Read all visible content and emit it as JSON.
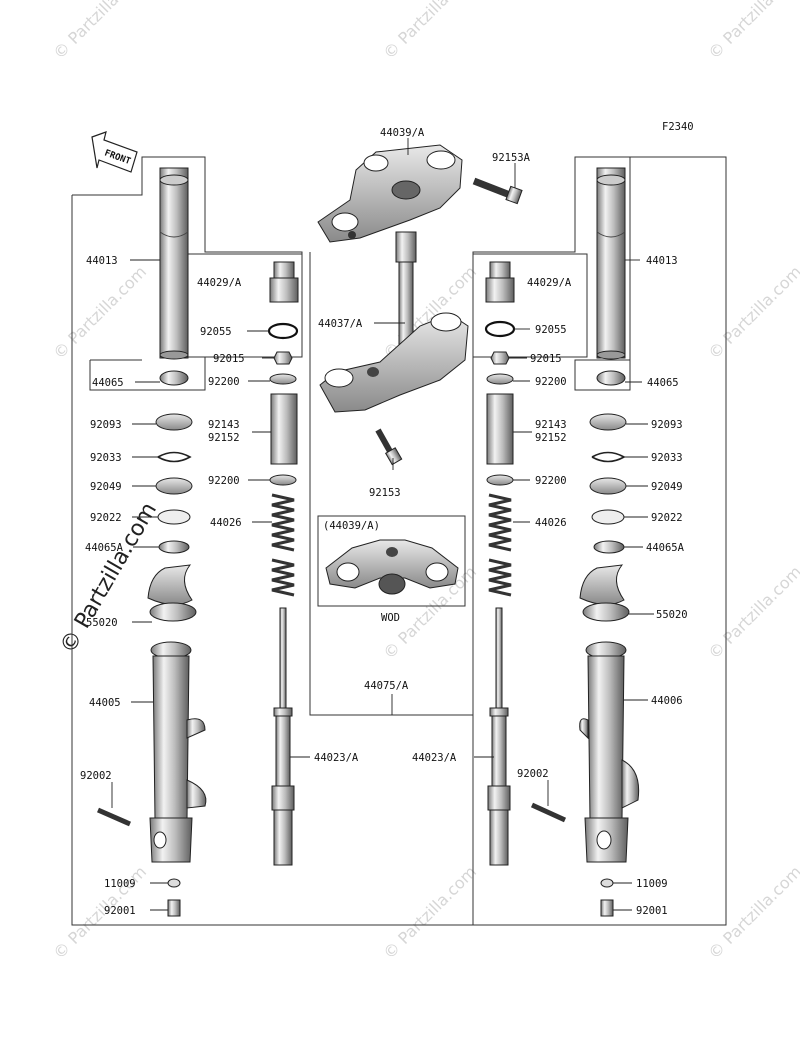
{
  "diagram_code": "F2340",
  "front_label": "FRONT",
  "watermark": "© Partzilla.com",
  "variant_box": {
    "title": "(44039/A)",
    "caption": "WOD"
  },
  "callouts": {
    "p44039A": "44039/A",
    "p92153A": "92153A",
    "p44037A": "44037/A",
    "p92153": "92153",
    "p44075A": "44075/A",
    "L_44013": "44013",
    "L_44029A": "44029/A",
    "L_92055": "92055",
    "L_44065": "44065",
    "L_92015": "92015",
    "L_92200a": "92200",
    "L_92143": "92143",
    "L_92152": "92152",
    "L_92200b": "92200",
    "L_92093": "92093",
    "L_92033": "92033",
    "L_92049": "92049",
    "L_92022": "92022",
    "L_44065A": "44065A",
    "L_55020": "55020",
    "L_44026": "44026",
    "L_44005": "44005",
    "L_92002": "92002",
    "L_11009": "11009",
    "L_92001": "92001",
    "L_44023A": "44023/A",
    "R_44013": "44013",
    "R_44029A": "44029/A",
    "R_92055": "92055",
    "R_44065": "44065",
    "R_92015": "92015",
    "R_92200a": "92200",
    "R_92143": "92143",
    "R_92152": "92152",
    "R_92200b": "92200",
    "R_92093": "92093",
    "R_92033": "92033",
    "R_92049": "92049",
    "R_92022": "92022",
    "R_44065A": "44065A",
    "R_55020": "55020",
    "R_44026": "44026",
    "R_44006": "44006",
    "R_92002": "92002",
    "R_11009": "11009",
    "R_92001": "92001",
    "R_44023A": "44023/A"
  }
}
